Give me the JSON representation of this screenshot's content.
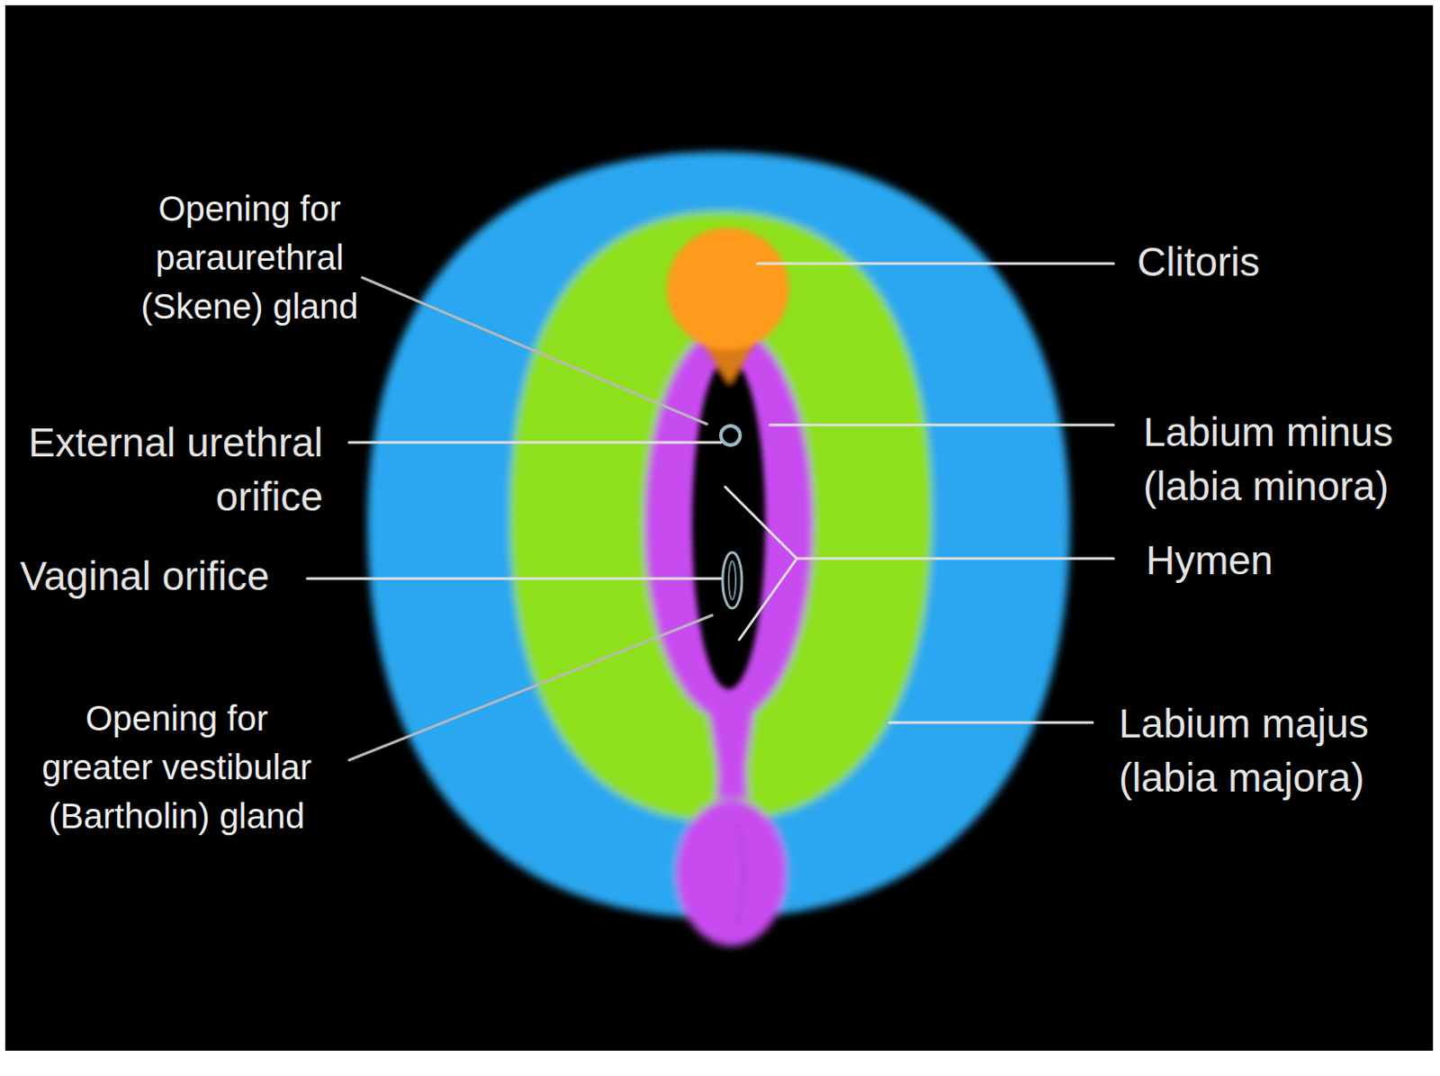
{
  "diagram": {
    "labels": [
      "Opening for paraurethral (Skene) gland",
      "Clitoris",
      "External urethral orifice",
      "Labium minus (labia minora)",
      "Vaginal orifice",
      "Hymen",
      "Opening for greater vestibular (Bartholin) gland",
      "Labium majus (labia majora)"
    ]
  }
}
